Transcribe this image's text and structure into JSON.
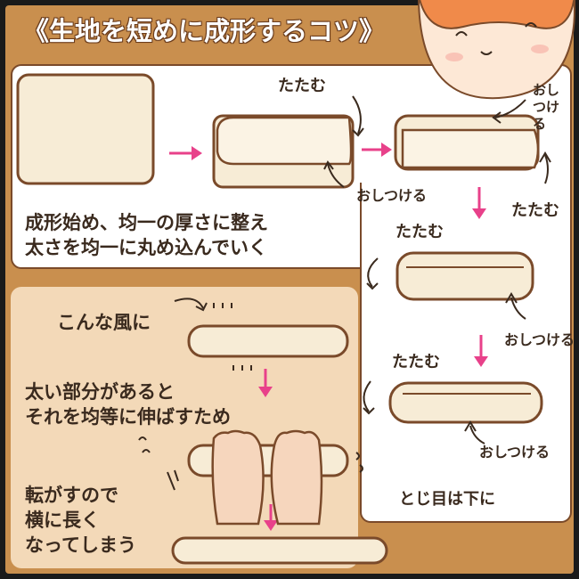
{
  "title": "《生地を短めに成形するコツ》",
  "labels": {
    "fold_1": "たたむ",
    "press_1": "おしつける",
    "press_vertical": "おし\nつけ\nる",
    "fold_2": "たたむ",
    "fold_3": "たたむ",
    "press_2": "おしつける",
    "fold_4": "たたむ",
    "press_3": "おしつける",
    "seam_down": "とじ目は下に"
  },
  "notes": {
    "uniform_line1": "成形始め、均一の厚さに整え",
    "uniform_line2": "太さを均一に丸め込んでいく",
    "like_this": "こんな風に",
    "thick_line1": "太い部分があると",
    "thick_line2": "それを均等に伸ばすため",
    "roll_line1": "転がすので",
    "roll_line2": "横に長く",
    "roll_line3": "なってしまう"
  },
  "colors": {
    "frame": "#c98f4e",
    "sand_panel": "#f3d9b8",
    "dough": "#f7ecd6",
    "outline": "#7a4a2a",
    "arrow_pink": "#e8418a",
    "hand": "#f6d6bd",
    "hair": "#f08a4a"
  }
}
